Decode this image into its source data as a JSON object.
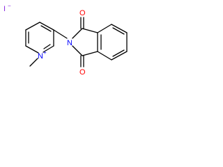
{
  "molecule": {
    "counterion": {
      "element": "I",
      "charge": "−"
    },
    "atoms": {
      "pyridinium_n": {
        "element": "N",
        "charge": "+"
      },
      "imide_n": {
        "element": "N"
      },
      "carbonyl_o_top": {
        "element": "O"
      },
      "carbonyl_o_bottom": {
        "element": "O"
      }
    }
  },
  "colors": {
    "bond": "#000000",
    "iodine": "#8a2be2",
    "nitrogen": "#0000ff",
    "oxygen": "#ff0000"
  }
}
